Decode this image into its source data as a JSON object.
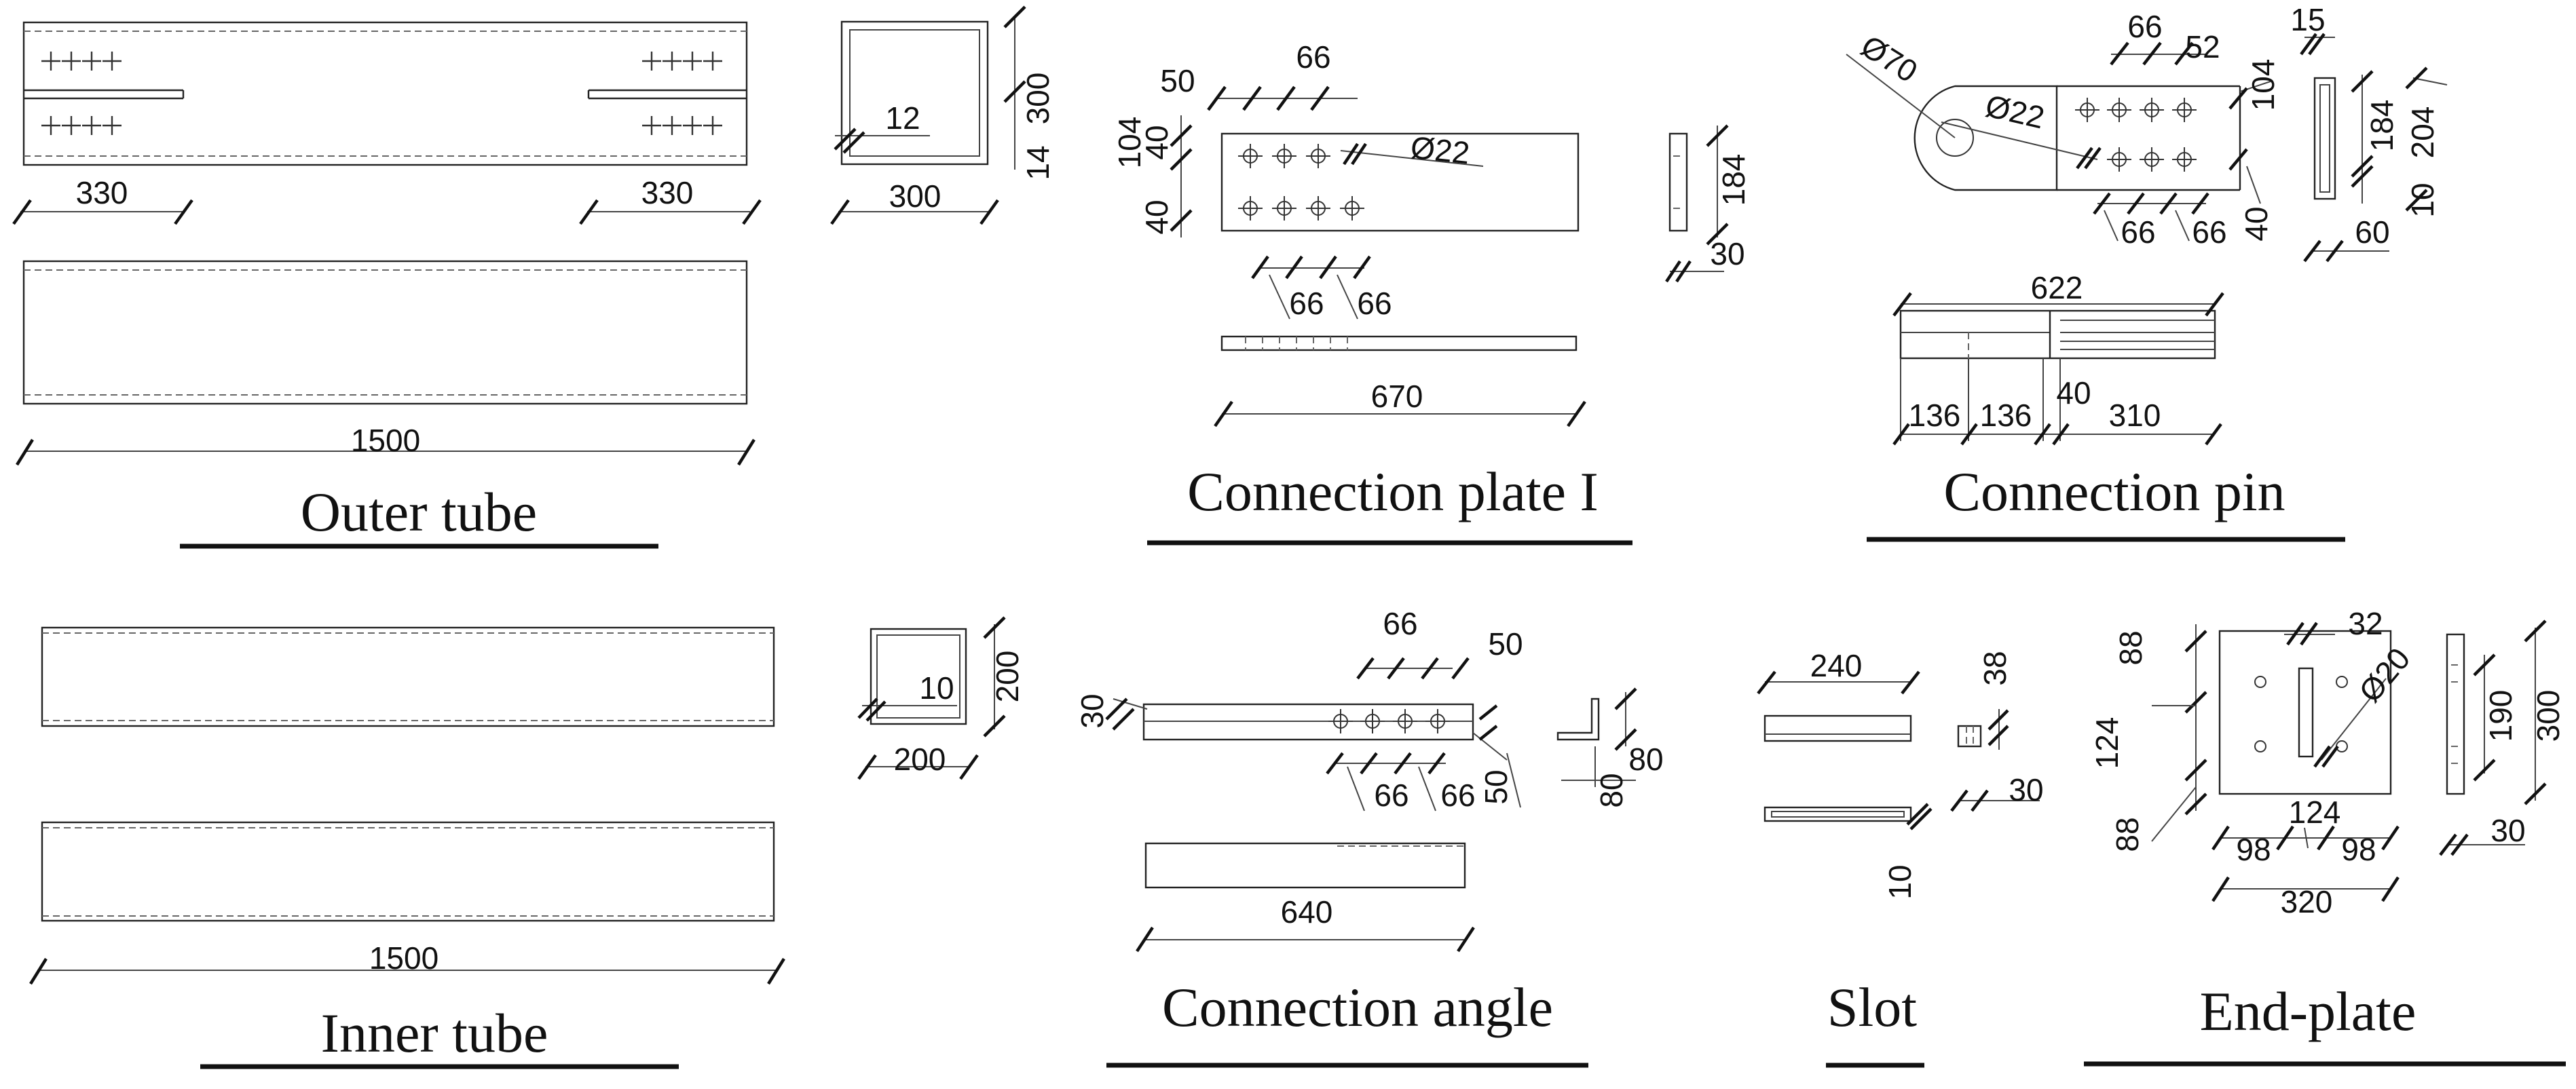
{
  "titles": {
    "outer_tube": "Outer tube",
    "inner_tube": "Inner tube",
    "connection_plate": "Connection plate I",
    "connection_pin": "Connection pin",
    "connection_angle": "Connection angle",
    "slot": "Slot",
    "end_plate": "End-plate"
  },
  "dims": {
    "outer_330_left": "330",
    "outer_330_right": "330",
    "outer_1500": "1500",
    "outer_sec_12": "12",
    "outer_sec_300_h": "300",
    "outer_sec_14": "14",
    "outer_sec_300_w": "300",
    "plate_50": "50",
    "plate_66_top": "66",
    "plate_104": "104",
    "plate_40_a": "40",
    "plate_40_b": "40",
    "plate_d22": "Ø22",
    "plate_66_b1": "66",
    "plate_66_b2": "66",
    "plate_670": "670",
    "plate_184": "184",
    "plate_30": "30",
    "pin_d70": "Ø70",
    "pin_d22": "Ø22",
    "pin_66_top": "66",
    "pin_52": "52",
    "pin_104": "104",
    "pin_66_b1": "66",
    "pin_66_b2": "66",
    "pin_40": "40",
    "pin_15": "15",
    "pin_184": "184",
    "pin_204": "204",
    "pin_10": "10",
    "pin_60": "60",
    "pin_622": "622",
    "pin_136_a": "136",
    "pin_136_b": "136",
    "pin_40_b": "40",
    "pin_310": "310",
    "inner_sec_10": "10",
    "inner_sec_200_h": "200",
    "inner_sec_200_w": "200",
    "inner_1500": "1500",
    "angle_66_top": "66",
    "angle_50_top": "50",
    "angle_30": "30",
    "angle_66_b1": "66",
    "angle_66_b2": "66",
    "angle_50_side": "50",
    "angle_80_a": "80",
    "angle_80_b": "80",
    "angle_640": "640",
    "slot_240": "240",
    "slot_38": "38",
    "slot_30": "30",
    "slot_10": "10",
    "end_88_a": "88",
    "end_32": "32",
    "end_d20": "Ø20",
    "end_124_v": "124",
    "end_88_b": "88",
    "end_124_h": "124",
    "end_98_a": "98",
    "end_98_b": "98",
    "end_320": "320",
    "end_190": "190",
    "end_300": "300",
    "end_30": "30"
  }
}
